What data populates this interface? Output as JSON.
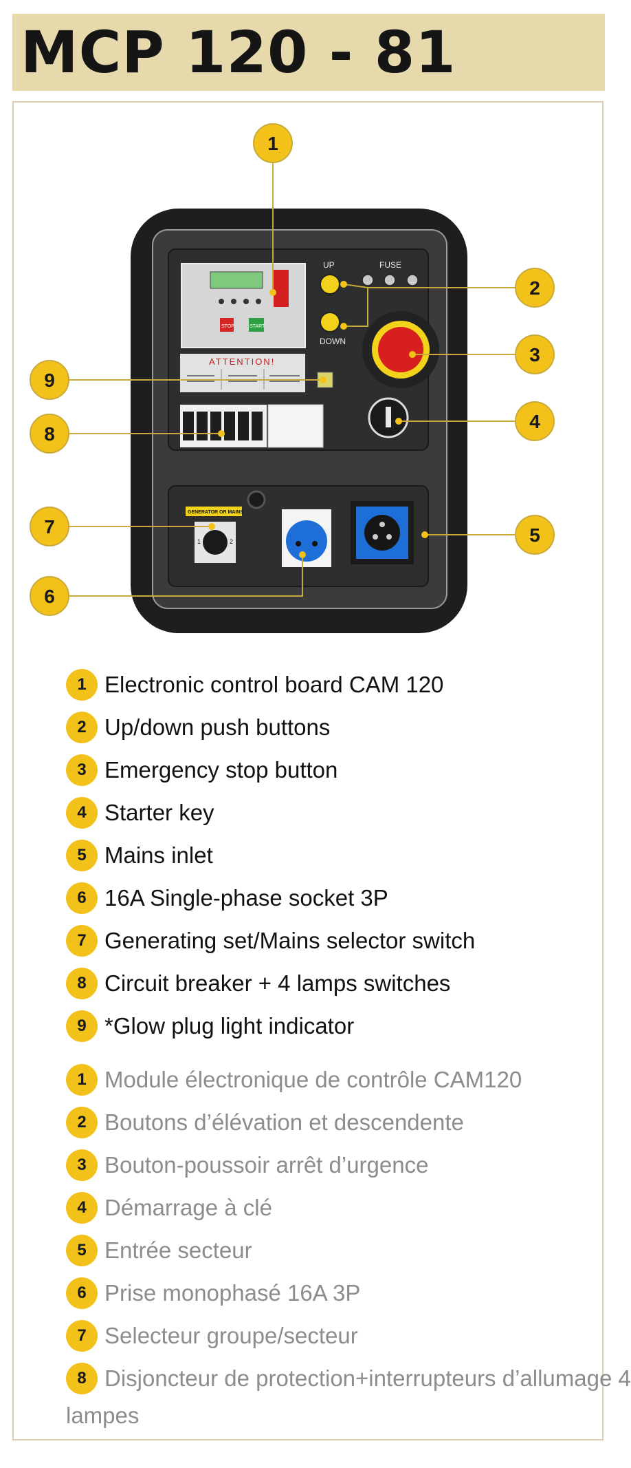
{
  "title": "MCP 120 - 81",
  "colors": {
    "title_bg": "#e6d9ac",
    "badge": "#f2c21b",
    "panel_outer": "#1e1e1e",
    "panel_inner": "#3b3b3b",
    "estop_red": "#d81f1f",
    "socket_blue": "#1d6ed6",
    "english_text": "#111111",
    "french_text": "#8c8c8c"
  },
  "panel": {
    "up_label": "UP",
    "down_label": "DOWN",
    "fuse_label": "FUSE",
    "attention_label": "ATTENTION!",
    "selector_label": "GENERATOR OR MAINS",
    "selector_pos_1": "1",
    "selector_pos_2": "2",
    "stop_label": "STOP",
    "start_label": "START"
  },
  "callouts": [
    "1",
    "2",
    "3",
    "4",
    "5",
    "6",
    "7",
    "8",
    "9"
  ],
  "legend_en": [
    {
      "num": "1",
      "text": "Electronic control board CAM 120"
    },
    {
      "num": "2",
      "text": "Up/down push buttons"
    },
    {
      "num": "3",
      "text": "Emergency stop button"
    },
    {
      "num": "4",
      "text": "Starter key"
    },
    {
      "num": "5",
      "text": "Mains inlet"
    },
    {
      "num": "6",
      "text": "16A Single-phase socket 3P"
    },
    {
      "num": "7",
      "text": "Generating set/Mains selector switch"
    },
    {
      "num": "8",
      "text": "Circuit breaker + 4 lamps switches"
    },
    {
      "num": "9",
      "text": "*Glow plug light indicator"
    }
  ],
  "legend_fr": [
    {
      "num": "1",
      "text": "Module électronique de contrôle CAM120"
    },
    {
      "num": "2",
      "text": "Boutons d’élévation et descendente"
    },
    {
      "num": "3",
      "text": "Bouton-poussoir arrêt d’urgence"
    },
    {
      "num": "4",
      "text": "Démarrage à clé"
    },
    {
      "num": "5",
      "text": "Entrée secteur"
    },
    {
      "num": "6",
      "text": "Prise monophasé 16A 3P"
    },
    {
      "num": "7",
      "text": "Selecteur groupe/secteur"
    },
    {
      "num": "8",
      "text": "Disjoncteur de protection+interrupteurs d’allumage 4"
    }
  ],
  "legend_fr_8_continuation": "lampes"
}
